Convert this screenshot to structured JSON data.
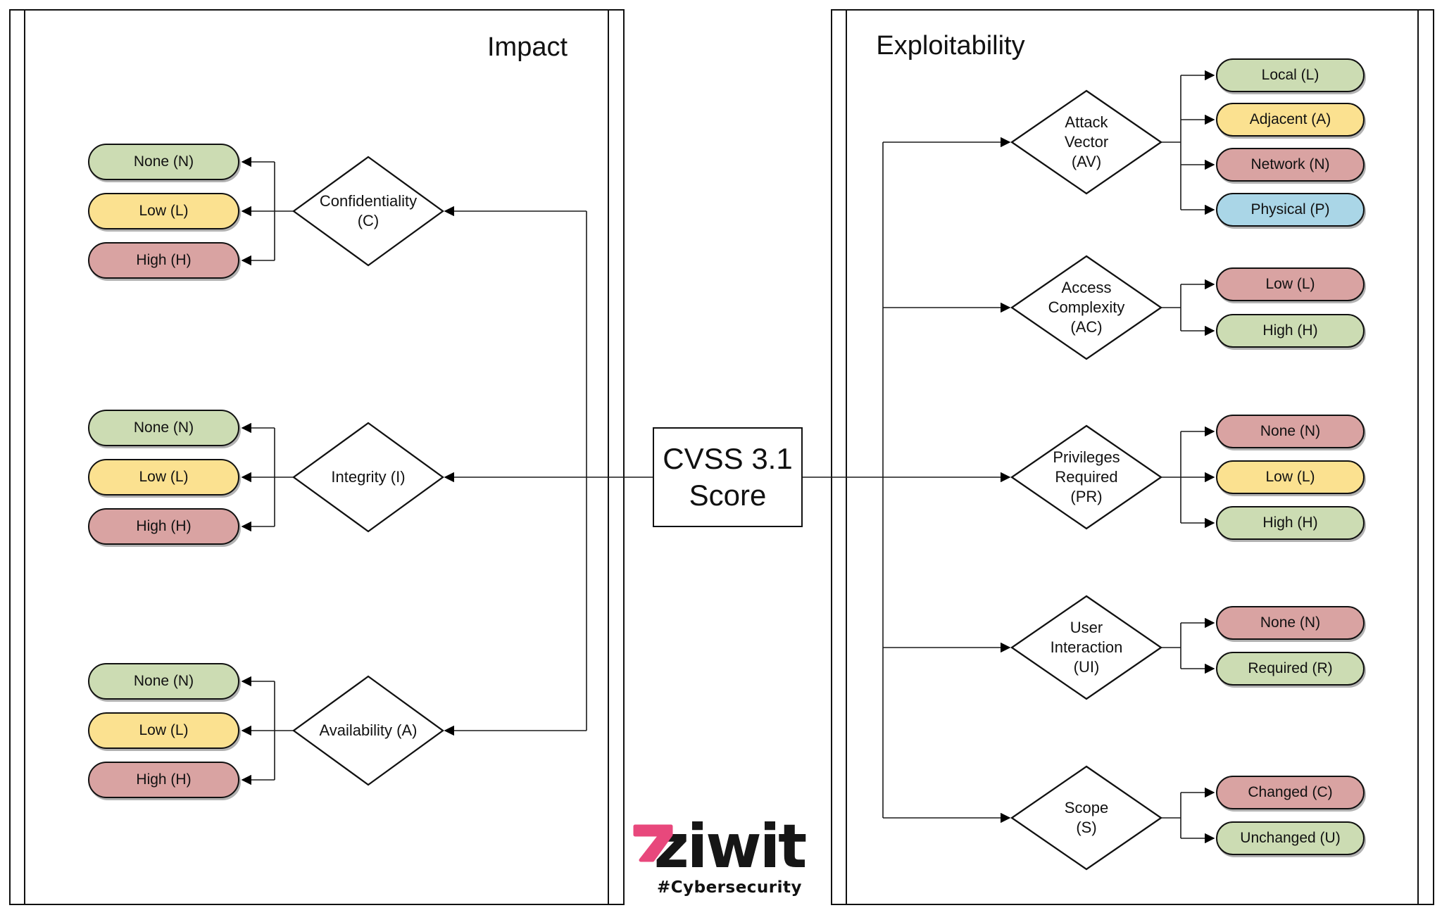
{
  "colors": {
    "green": "#ccdcb3",
    "yellow": "#fbe190",
    "red": "#d9a3a2",
    "blue": "#aad6e7",
    "accent_pink": "#e8487c",
    "line": "#1a1a1a"
  },
  "impact": {
    "title": "Impact",
    "groups": [
      {
        "diamond": {
          "lines": [
            "Confidentiality",
            "(C)"
          ]
        },
        "options": [
          {
            "label": "None (N)",
            "color": "green"
          },
          {
            "label": "Low (L)",
            "color": "yellow"
          },
          {
            "label": "High (H)",
            "color": "red"
          }
        ]
      },
      {
        "diamond": {
          "lines": [
            "Integrity (I)"
          ]
        },
        "options": [
          {
            "label": "None (N)",
            "color": "green"
          },
          {
            "label": "Low (L)",
            "color": "yellow"
          },
          {
            "label": "High (H)",
            "color": "red"
          }
        ]
      },
      {
        "diamond": {
          "lines": [
            "Availability (A)"
          ]
        },
        "options": [
          {
            "label": "None (N)",
            "color": "green"
          },
          {
            "label": "Low (L)",
            "color": "yellow"
          },
          {
            "label": "High (H)",
            "color": "red"
          }
        ]
      }
    ]
  },
  "center": {
    "line1": "CVSS 3.1",
    "line2": "Score"
  },
  "exploitability": {
    "title": "Exploitability",
    "groups": [
      {
        "diamond": {
          "lines": [
            "Attack",
            "Vector",
            "(AV)"
          ]
        },
        "options": [
          {
            "label": "Local (L)",
            "color": "green"
          },
          {
            "label": "Adjacent (A)",
            "color": "yellow"
          },
          {
            "label": "Network (N)",
            "color": "red"
          },
          {
            "label": "Physical (P)",
            "color": "blue"
          }
        ]
      },
      {
        "diamond": {
          "lines": [
            "Access",
            "Complexity",
            "(AC)"
          ]
        },
        "options": [
          {
            "label": "Low (L)",
            "color": "red"
          },
          {
            "label": "High (H)",
            "color": "green"
          }
        ]
      },
      {
        "diamond": {
          "lines": [
            "Privileges",
            "Required",
            "(PR)"
          ]
        },
        "options": [
          {
            "label": "None (N)",
            "color": "red"
          },
          {
            "label": "Low (L)",
            "color": "yellow"
          },
          {
            "label": "High (H)",
            "color": "green"
          }
        ]
      },
      {
        "diamond": {
          "lines": [
            "User",
            "Interaction",
            "(UI)"
          ]
        },
        "options": [
          {
            "label": "None (N)",
            "color": "red"
          },
          {
            "label": "Required (R)",
            "color": "green"
          }
        ]
      },
      {
        "diamond": {
          "lines": [
            "Scope",
            "(S)"
          ]
        },
        "options": [
          {
            "label": "Changed (C)",
            "color": "red"
          },
          {
            "label": "Unchanged (U)",
            "color": "green"
          }
        ]
      }
    ]
  },
  "logo": {
    "wordmark": "ziwit",
    "tagline": "#Cybersecurity"
  }
}
